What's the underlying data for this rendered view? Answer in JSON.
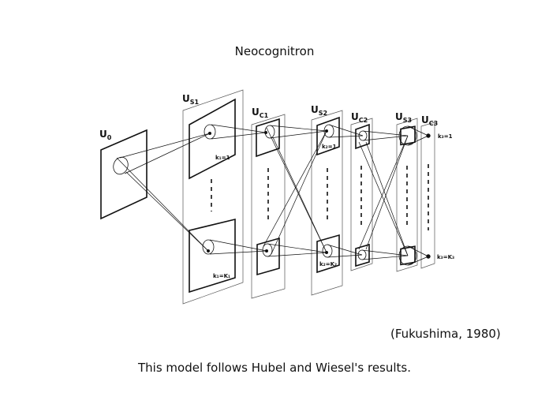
{
  "slide": {
    "title": "Neocognitron",
    "citation": "(Fukushima, 1980)",
    "caption": "This model follows Hubel and Wiesel's results."
  },
  "diagram": {
    "layers": [
      {
        "id": "U0",
        "main": "U",
        "sub": "0"
      },
      {
        "id": "US1",
        "main": "U",
        "sub": "S1"
      },
      {
        "id": "UC1",
        "main": "U",
        "sub": "C1"
      },
      {
        "id": "US2",
        "main": "U",
        "sub": "S2"
      },
      {
        "id": "UC2",
        "main": "U",
        "sub": "C2"
      },
      {
        "id": "US3",
        "main": "U",
        "sub": "S3"
      },
      {
        "id": "UC3",
        "main": "U",
        "sub": "C3"
      }
    ],
    "plane_labels": {
      "k1_first": "k₁=1",
      "k1_last": "k₁=K₁",
      "k2_first": "k₂=1",
      "k2_last": "k₂=K₂",
      "k3_first": "k₃=1",
      "k3_last": "k₃=K₃"
    }
  }
}
